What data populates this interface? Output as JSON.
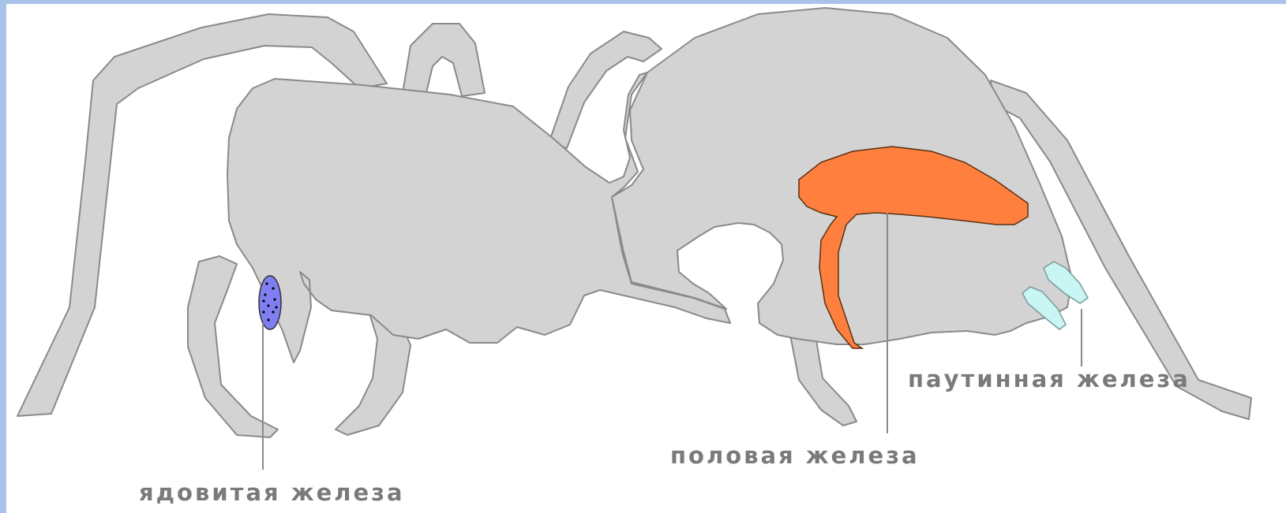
{
  "colors": {
    "background": "#a9c3e8",
    "panel": "#ffffff",
    "body_fill": "#d3d3d3",
    "body_stroke": "#8a8a8a",
    "venom_gland": "#7f7ff2",
    "gonad": "#ff7f3f",
    "silk_gland": "#c9f5f5",
    "label_text": "#7a7a7a",
    "leader_line": "#8a8a8a"
  },
  "labels": {
    "venom_gland": "ядовитая железа",
    "gonad": "половая железа",
    "silk_gland": "паутинная железа"
  }
}
